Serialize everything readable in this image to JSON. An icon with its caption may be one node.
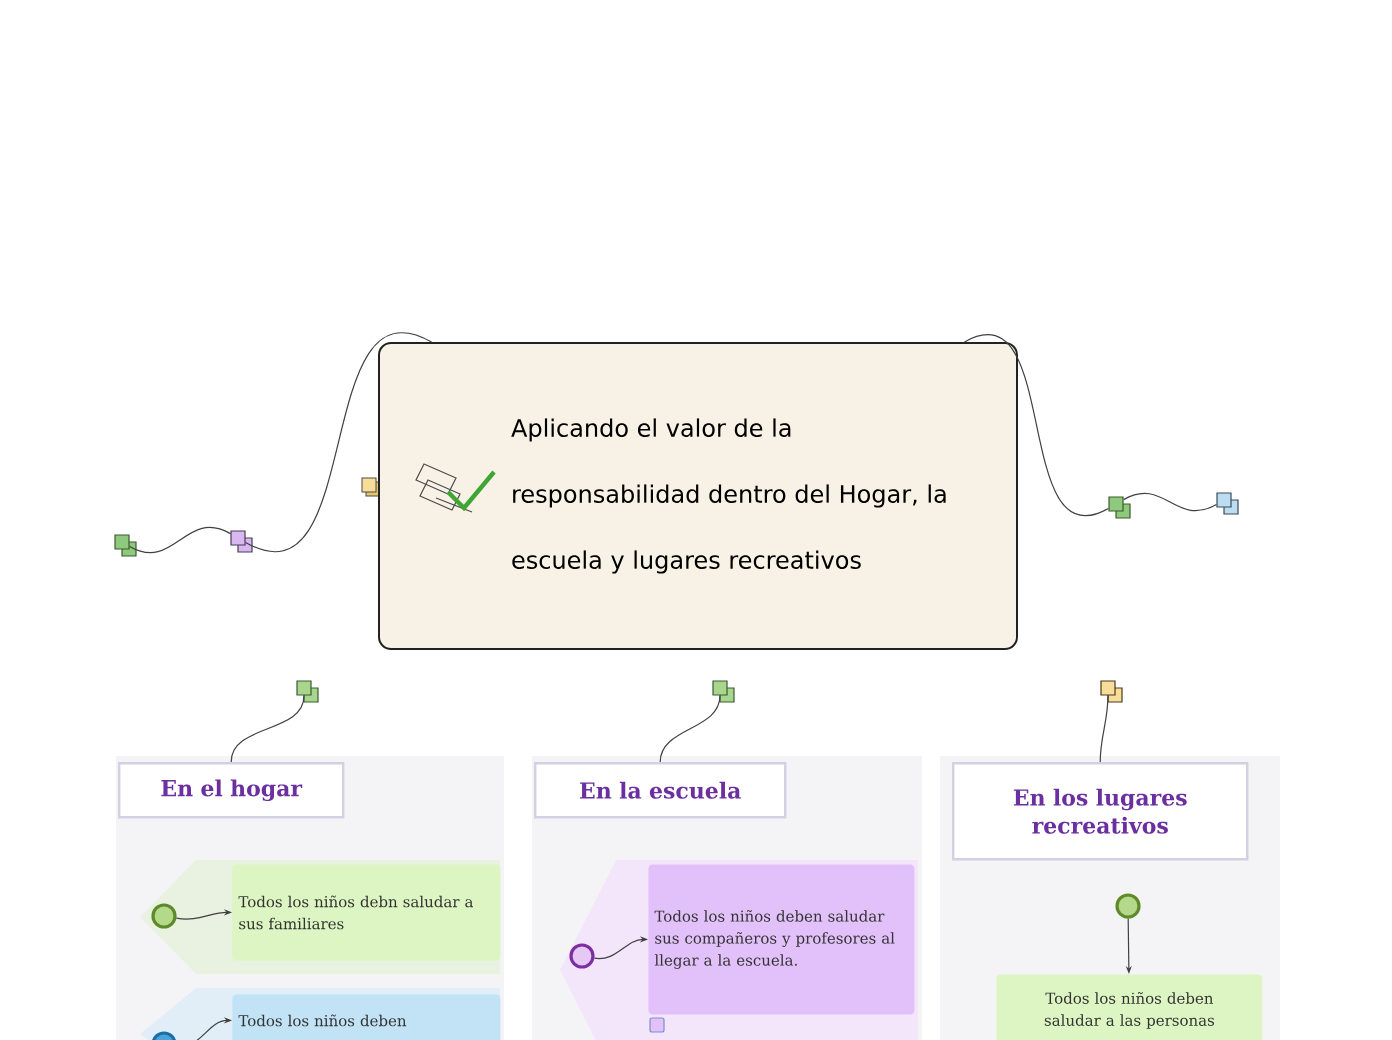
{
  "diagram": {
    "nodes": [
      {
        "text": [
          "Aplicando el valor de la responsabilidad dentro del Hogar, la escuela y lugares recreativos"
        ]
      },
      {
        "text": [],
        "shape": "box"
      },
      {
        "text": [],
        "shape": "box"
      },
      {
        "text": [],
        "shape": "box"
      },
      {
        "text": [],
        "shape": "box"
      },
      {
        "text": [],
        "shape": "box"
      },
      {
        "text": [
          "En el hogar"
        ]
      },
      {
        "text": [],
        "shape": "circle"
      },
      {
        "text": [
          "Todos los niños debn saludar a sus familiares"
        ]
      },
      {
        "text": [],
        "shape": "circle"
      },
      {
        "text": [
          "Todos los niños deben"
        ]
      },
      {
        "text": [],
        "shape": "box"
      },
      {
        "text": [
          "En la escuela"
        ]
      },
      {
        "text": [],
        "shape": "circle"
      },
      {
        "text": [
          "Todos los niños deben saludar sus compañeros y profesores al llegar a la escuela."
        ]
      },
      {
        "text": [],
        "shape": "box"
      },
      {
        "text": [
          "En los lugares recreativos"
        ]
      },
      {
        "text": [],
        "shape": "circle"
      },
      {
        "text": [
          "Todos los niños deben saludar a las personas"
        ]
      }
    ],
    "edges": [
      {
        "from": 0,
        "to": 2,
        "arrow": "none"
      },
      {
        "from": 2,
        "to": 1,
        "arrow": "none"
      },
      {
        "from": 0,
        "to": 3,
        "arrow": "none"
      },
      {
        "from": 3,
        "to": 4,
        "arrow": "none"
      },
      {
        "from": 5,
        "to": 6,
        "arrow": "none"
      },
      {
        "from": 7,
        "to": 8,
        "arrow": "to"
      },
      {
        "from": 9,
        "to": 10,
        "arrow": "to"
      },
      {
        "from": 11,
        "to": 12,
        "arrow": "none"
      },
      {
        "from": 13,
        "to": 14,
        "arrow": "to"
      },
      {
        "from": 15,
        "to": 16,
        "arrow": "none"
      },
      {
        "from": 17,
        "to": 18,
        "arrow": "to"
      }
    ]
  }
}
